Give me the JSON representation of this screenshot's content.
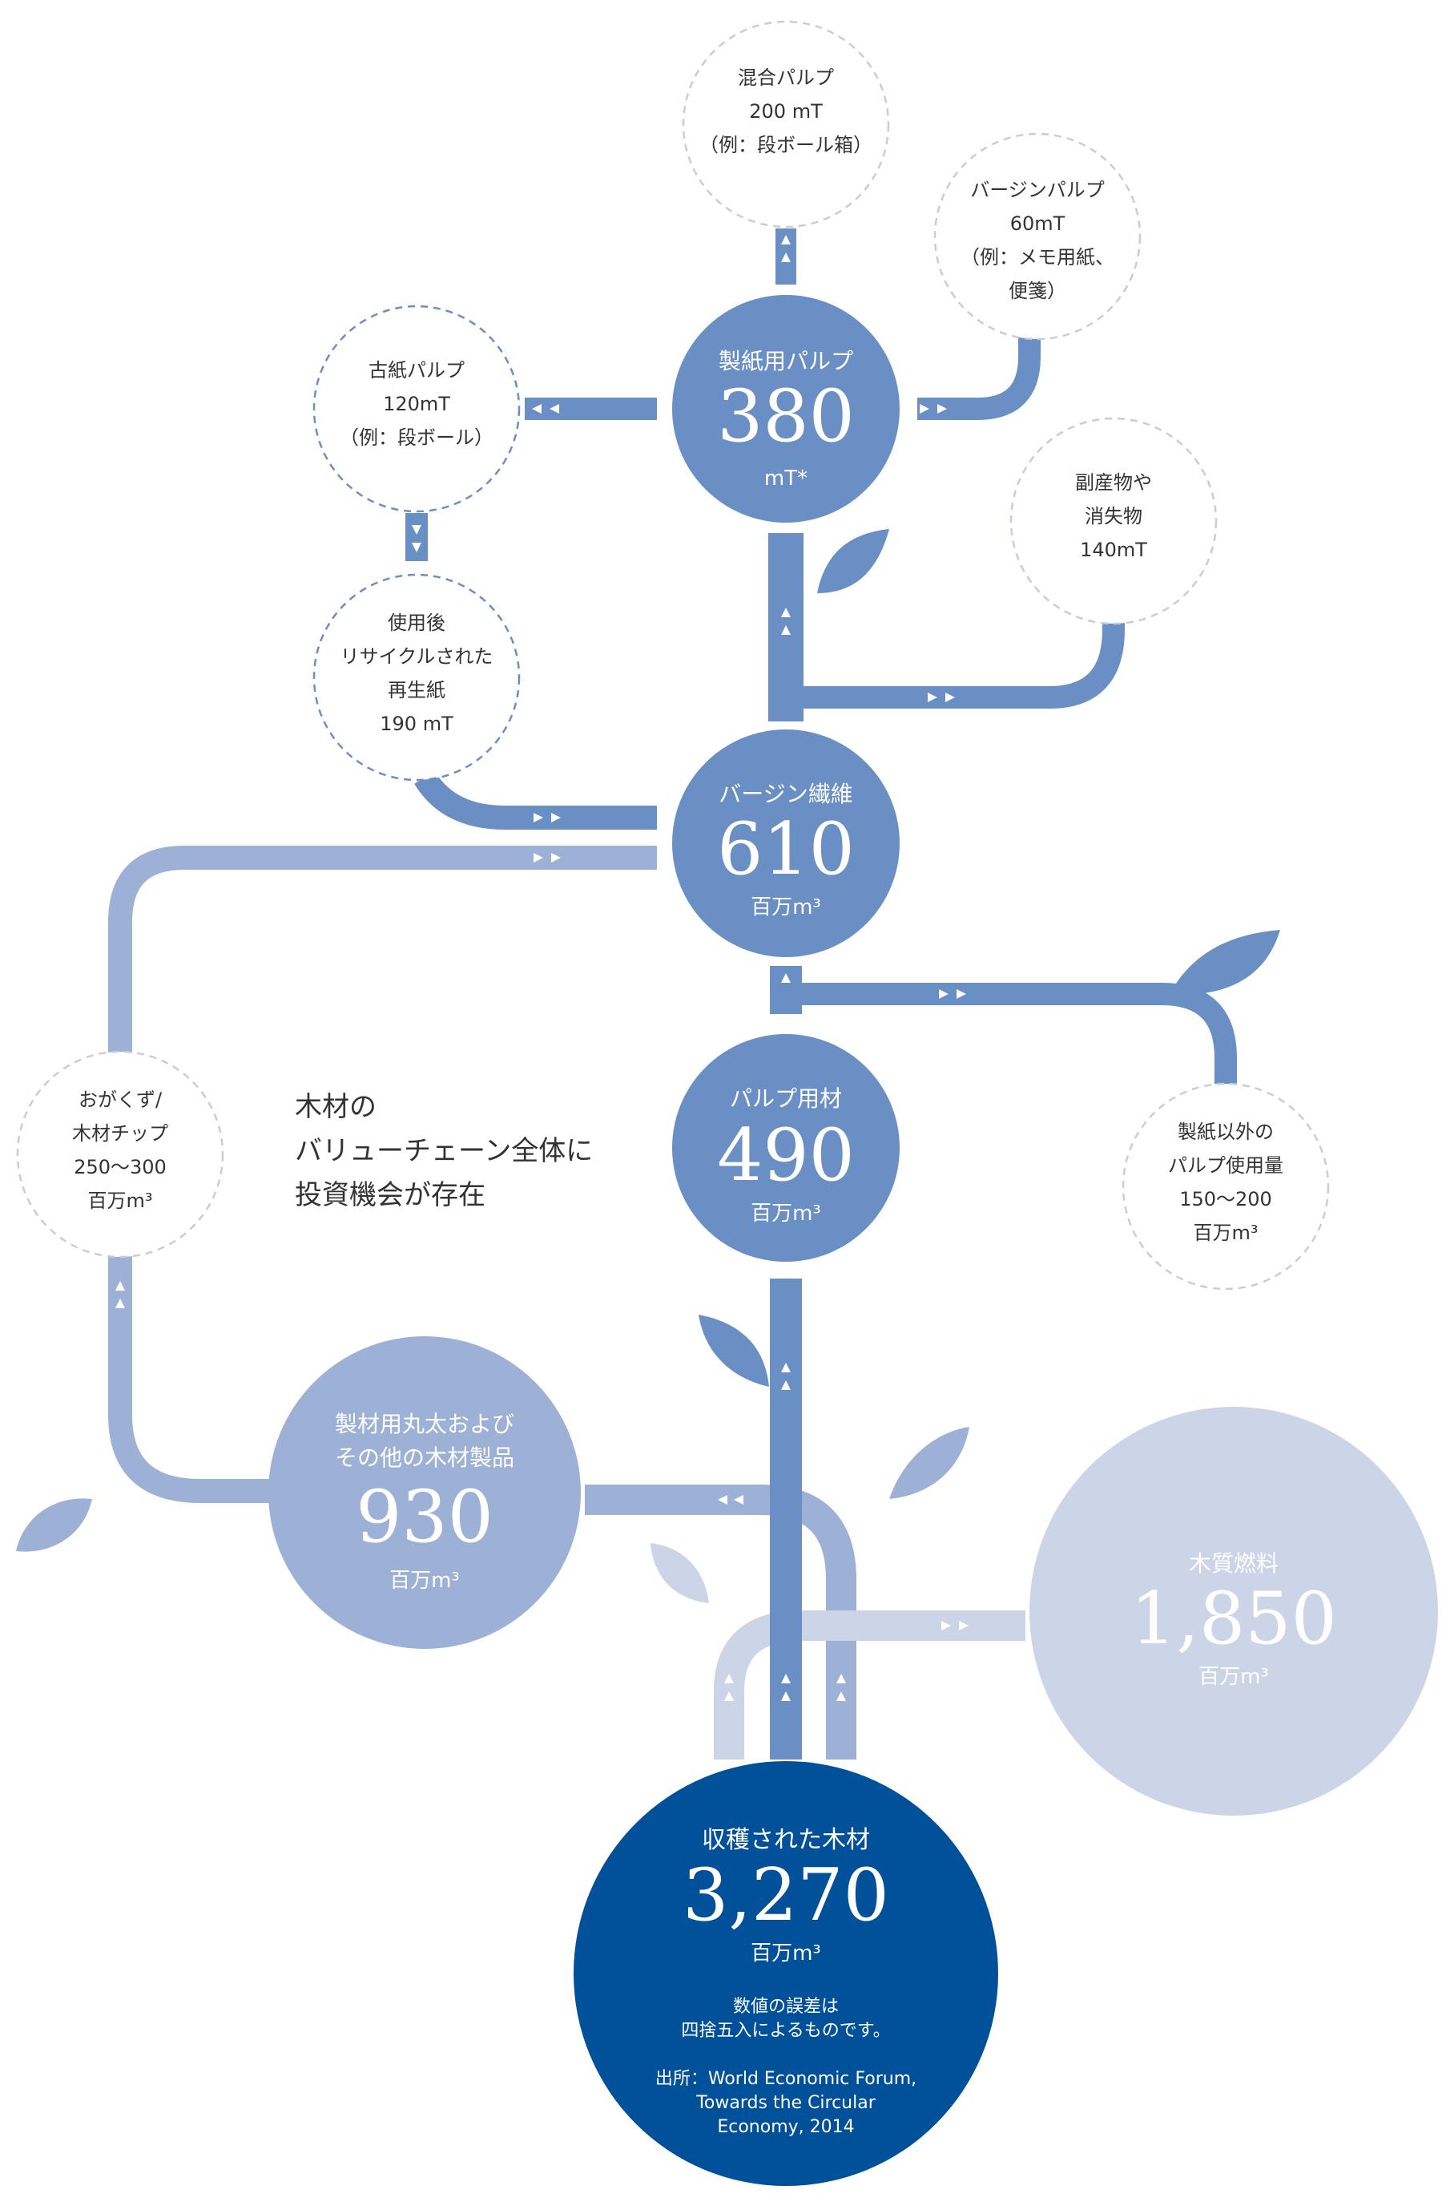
{
  "colors": {
    "dark_blue": "#00509a",
    "mid_blue": "#6a8fc4",
    "light_blue": "#9db0d6",
    "pale_blue": "#ccd5e8",
    "dashed_gray": "#c9ccd9",
    "dashed_blue": "#6a8fc4",
    "text": "#333333"
  },
  "nodes": {
    "harvested": {
      "title": "収穫された木材",
      "value": "3,270",
      "unit": "百万m³",
      "note1": "数値の誤差は",
      "note2": "四捨五入によるものです。",
      "source1": "出所：World Economic Forum,",
      "source2": "Towards the Circular",
      "source3": "Economy, 2014"
    },
    "wood_fuel": {
      "title": "木質燃料",
      "value": "1,850",
      "unit": "百万m³"
    },
    "lumber": {
      "title1": "製材用丸太および",
      "title2": "その他の木材製品",
      "value": "930",
      "unit": "百万m³"
    },
    "pulpwood": {
      "title": "パルプ用材",
      "value": "490",
      "unit": "百万m³"
    },
    "virgin_fiber": {
      "title": "バージン繊維",
      "value": "610",
      "unit": "百万m³"
    },
    "paper_pulp": {
      "title": "製紙用パルプ",
      "value": "380",
      "unit": "mT*"
    }
  },
  "small_nodes": {
    "mixed_pulp": {
      "line1": "混合パルプ",
      "line2": "200 mT",
      "line3": "（例：段ボール箱）"
    },
    "virgin_pulp": {
      "line1": "バージンパルプ",
      "line2": "60mT",
      "line3": "（例：メモ用紙、",
      "line4": "便箋）"
    },
    "waste_pulp": {
      "line1": "古紙パルプ",
      "line2": "120mT",
      "line3": "（例：段ボール）"
    },
    "byproducts": {
      "line1": "副産物や",
      "line2": "消失物",
      "line3": "140mT"
    },
    "recycled": {
      "line1": "使用後",
      "line2": "リサイクルされた",
      "line3": "再生紙",
      "line4": "190 mT"
    },
    "sawdust": {
      "line1": "おがくず/",
      "line2": "木材チップ",
      "line3": "250〜300",
      "line4": "百万m³"
    },
    "non_paper": {
      "line1": "製紙以外の",
      "line2": "パルプ使用量",
      "line3": "150〜200",
      "line4": "百万m³"
    }
  },
  "caption": {
    "line1": "木材の",
    "line2": "バリューチェーン全体に",
    "line3": "投資機会が存在"
  }
}
